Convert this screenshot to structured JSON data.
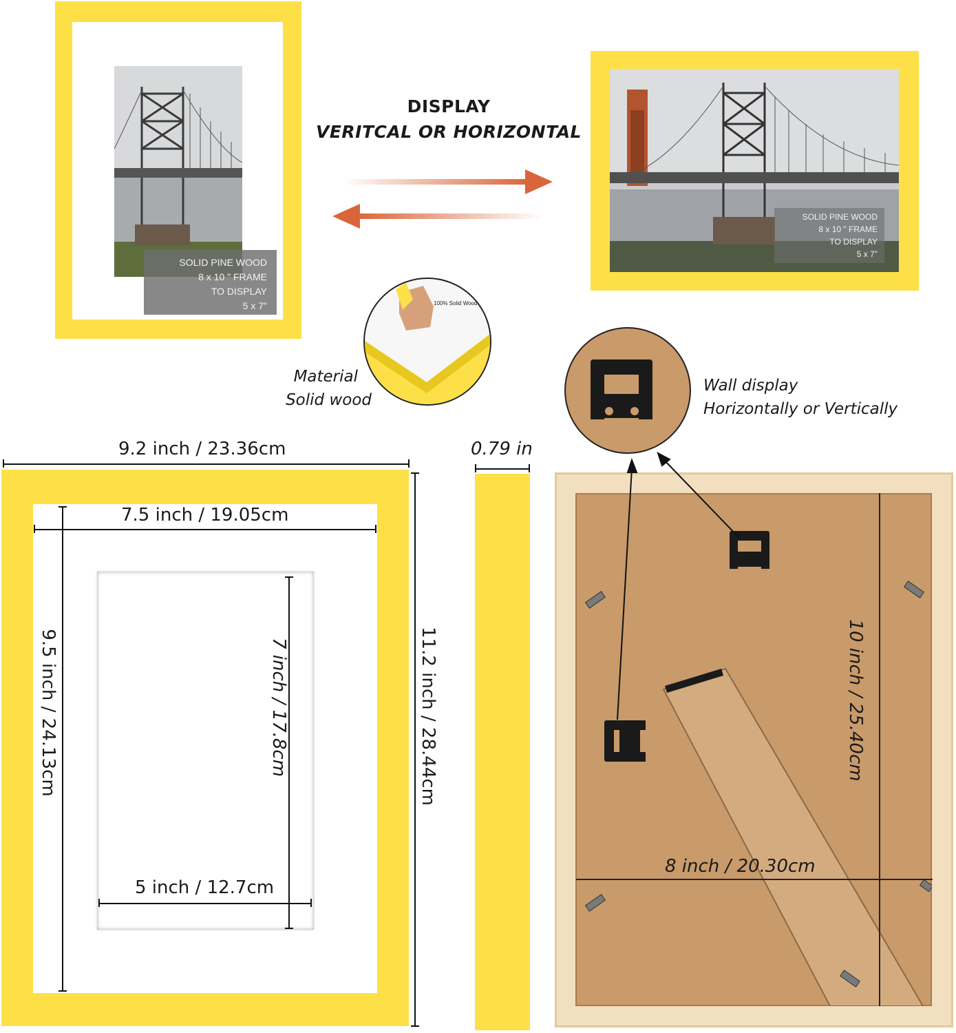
{
  "display": {
    "line1": "DISPLAY",
    "line2": "VERITCAL OR HORIZONTAL"
  },
  "caption": {
    "line1": "SOLID PINE WOOD",
    "line2": "8 x 10 \" FRAME",
    "line3": "TO DISPLAY",
    "line4": "5 x 7\""
  },
  "material": {
    "line1": "Material",
    "line2": "Solid wood",
    "stamp": "100% Solid Wood"
  },
  "wall": {
    "line1": "Wall display",
    "line2": "Horizontally or Vertically"
  },
  "dimensions": {
    "outer_width": "9.2 inch / 23.36cm",
    "mat_width": "7.5 inch / 19.05cm",
    "outer_height": "11.2 inch / 28.44cm",
    "mat_height": "9.5 inch / 24.13cm",
    "opening_width": "5 inch / 12.7cm",
    "opening_height": "7 inch / 17.8cm",
    "depth": "0.79 in",
    "back_width": "8 inch / 20.30cm",
    "back_height": "10 inch / 25.40cm"
  },
  "colors": {
    "frame": "#fde047",
    "arrow": "#d9663a",
    "cardboard": "#c99a6a",
    "pine": "#f1dfc0"
  }
}
